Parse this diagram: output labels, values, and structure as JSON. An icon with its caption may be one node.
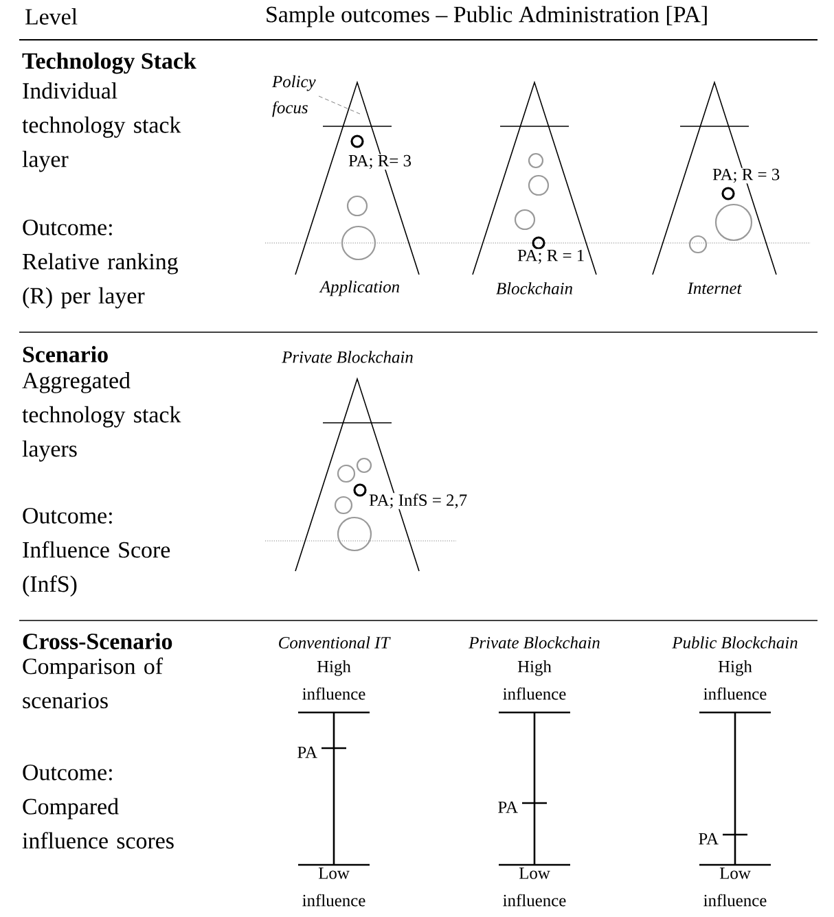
{
  "diagram": {
    "nodes": [
      {
        "text": [
          "Policy focus"
        ]
      },
      {
        "text": [],
        "shape": "picture"
      }
    ],
    "edges": [
      {
        "from": 0,
        "to": 1,
        "arrow": "none",
        "style": "dashed"
      }
    ],
    "labels": [
      "Level",
      "Sample outcomes – Public Administration [PA]",
      "Technology Stack",
      "Individual technology stack layer",
      "Outcome: Relative ranking (R) per layer",
      "PA; R= 3",
      "PA; R = 3",
      "PA; R = 1",
      "Application",
      "Blockchain",
      "Internet",
      "Scenario",
      "Private Blockchain",
      "Aggregated technology stack layers",
      "PA; InfS = 2,7",
      "Outcome: Influence Score (InfS)",
      "Cross-Scenario",
      "Conventional IT",
      "Private Blockchain",
      "Public Blockchain",
      "Comparison of scenarios",
      "High influence",
      "High influence",
      "High influence",
      "PA",
      "PA",
      "PA",
      "Outcome: Compared influence scores",
      "Low influence",
      "Low influence",
      "Low influence"
    ]
  }
}
